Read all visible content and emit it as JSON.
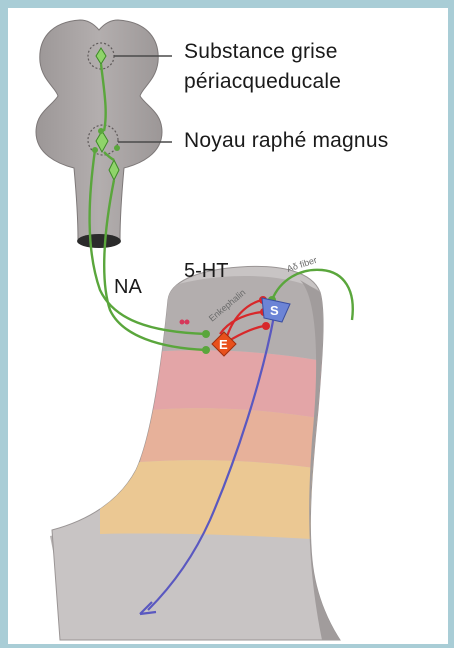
{
  "labels": {
    "pag_line1": "Substance grise",
    "pag_line2": "périacqueducale",
    "nrm": "Noyau raphé magnus",
    "na": "NA",
    "ht": "5-HT",
    "enkephalin": "Enkephalin",
    "a_fiber": "Aδ fiber",
    "e_cell": "E",
    "s_cell": "S"
  },
  "colors": {
    "tissue": "#a9a4a4",
    "tissue_dark": "#8f8a8a",
    "green_path": "#5aa63c",
    "red_path": "#d8282a",
    "blue_path": "#5a58c0",
    "e_cell": "#e8501c",
    "s_cell": "#6c84d6",
    "lamina_pink": "#e7a0a2",
    "lamina_salmon": "#ecae93",
    "lamina_tan": "#eec98e",
    "frame": "#a9cdd6"
  }
}
